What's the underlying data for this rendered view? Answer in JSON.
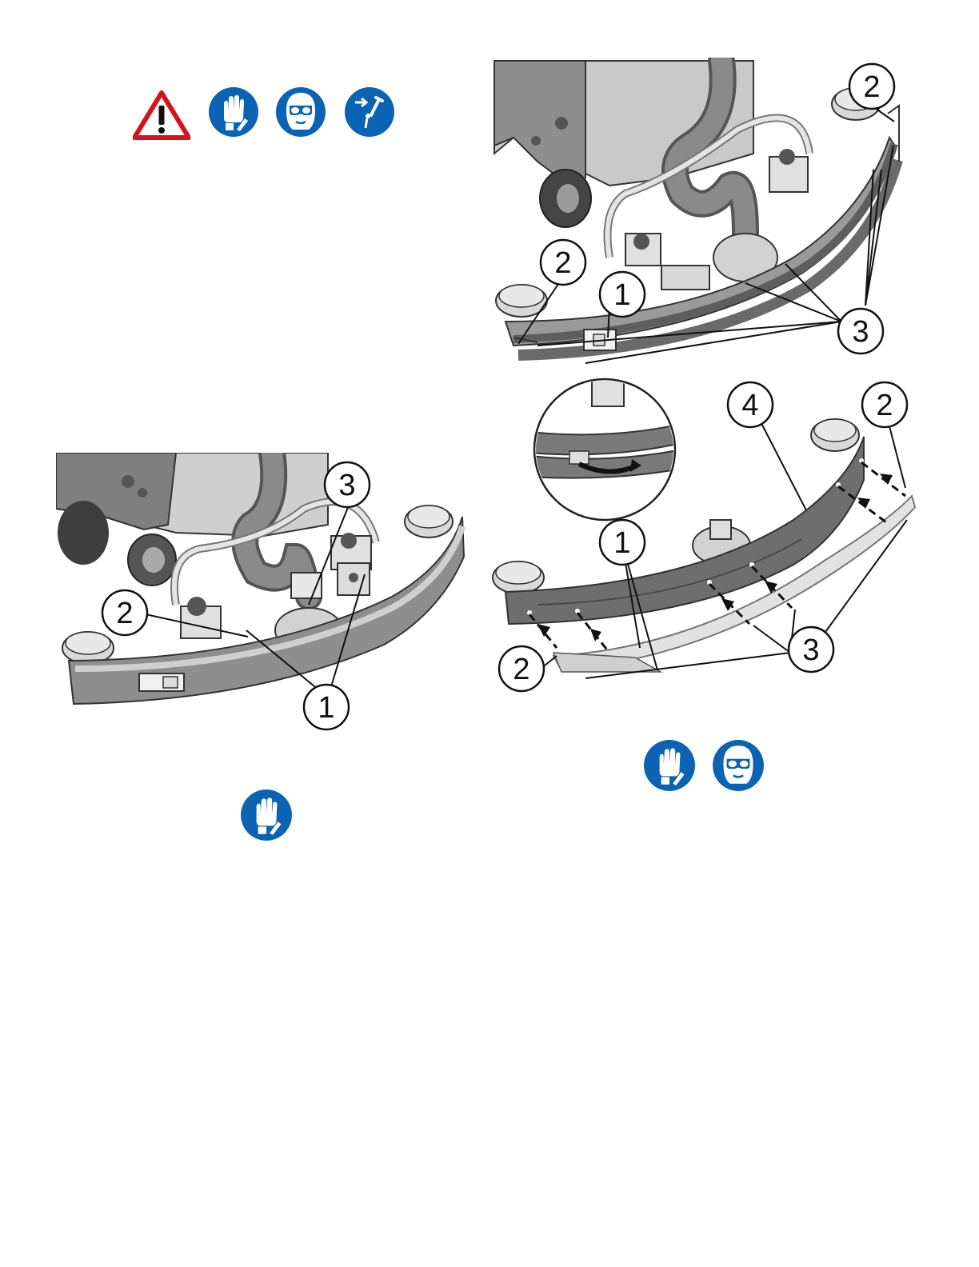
{
  "colors": {
    "safety_blue": "#0b63b3",
    "warning_red": "#d4141c",
    "frame_dark": "#5e5e5e",
    "frame_mid": "#9a9a9a",
    "body_light": "#cfcfcf",
    "hose": "#7b7b7b"
  },
  "header_icons": [
    {
      "icon": "general-warning-icon"
    },
    {
      "icon": "wear-gloves-icon"
    },
    {
      "icon": "wear-goggles-icon"
    },
    {
      "icon": "disconnect-power-icon"
    }
  ],
  "figure_left": {
    "callouts": {
      "c1": "1",
      "c2": "2",
      "c3": "3"
    },
    "icons": [
      {
        "icon": "wear-gloves-icon"
      }
    ]
  },
  "figure_top_right": {
    "callouts": {
      "c1": "1",
      "c2_top": "2",
      "c2_left": "2",
      "c3": "3"
    }
  },
  "figure_bottom_right": {
    "callouts": {
      "c1": "1",
      "c2_top": "2",
      "c2_bottom": "2",
      "c3": "3",
      "c4": "4"
    },
    "icons": [
      {
        "icon": "wear-gloves-icon"
      },
      {
        "icon": "wear-goggles-icon"
      }
    ]
  }
}
